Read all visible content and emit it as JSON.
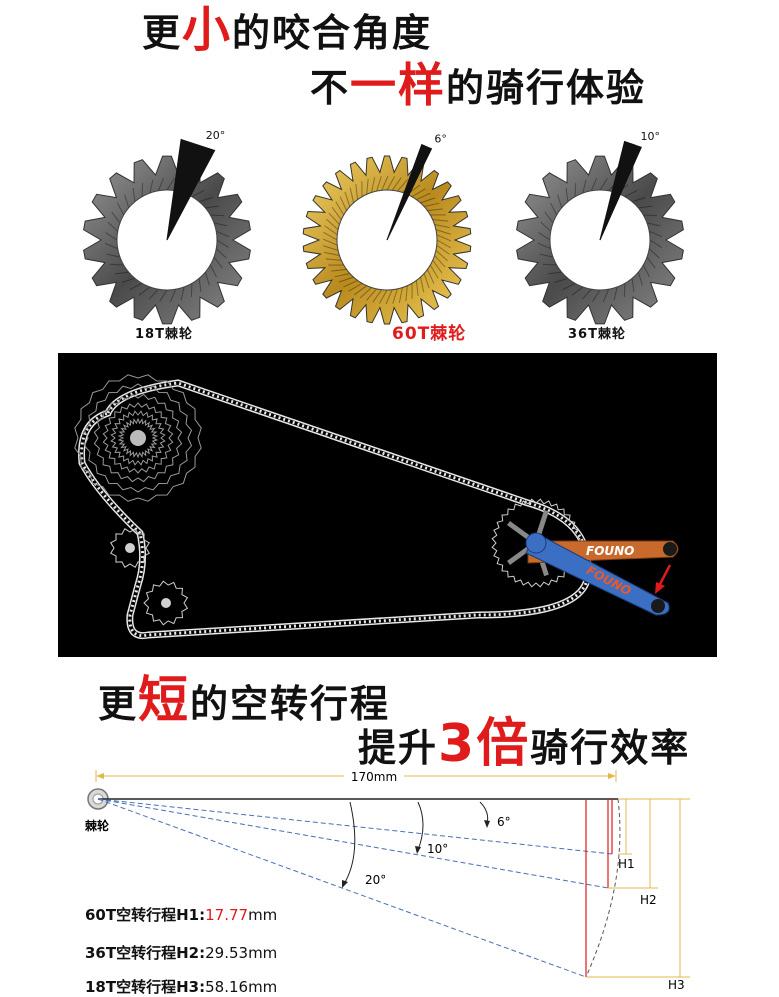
{
  "headline1": {
    "pre": "更",
    "accent": "小",
    "post": "的咬合角度"
  },
  "headline2": {
    "pre": "不",
    "accent": "一样",
    "post": "的骑行体验"
  },
  "ratchets": [
    {
      "label": "18T棘轮",
      "angle": "20°",
      "color": "#6e6e6e"
    },
    {
      "label": "60T棘轮",
      "angle": "6°",
      "color": "#c9a227"
    },
    {
      "label": "36T棘轮",
      "angle": "10°",
      "color": "#6a6a6a"
    }
  ],
  "crank": {
    "brand": "FOUNO",
    "orange": "#c96a2c",
    "blue": "#3a6fc4"
  },
  "headline3": {
    "pre": "更",
    "accent": "短",
    "post": "的空转行程"
  },
  "headline4": {
    "pre": "提升",
    "accent": "3倍",
    "post": "骑行效率"
  },
  "diagram": {
    "length": "170mm",
    "hub_label": "棘轮",
    "angles": [
      "6°",
      "10°",
      "20°"
    ],
    "h_labels": [
      "H1",
      "H2",
      "H3"
    ]
  },
  "results": [
    {
      "prefix": "60T空转行程H1:",
      "value": "17.77",
      "unit": "mm"
    },
    {
      "prefix": "36T空转行程H2:",
      "value": "29.53",
      "unit": "mm"
    },
    {
      "prefix": "18T空转行程H3:",
      "value": "58.16",
      "unit": "mm"
    }
  ],
  "colors": {
    "accent": "#e01b1b",
    "dash": "#4a6fb5",
    "yellow": "#e0b84a"
  }
}
